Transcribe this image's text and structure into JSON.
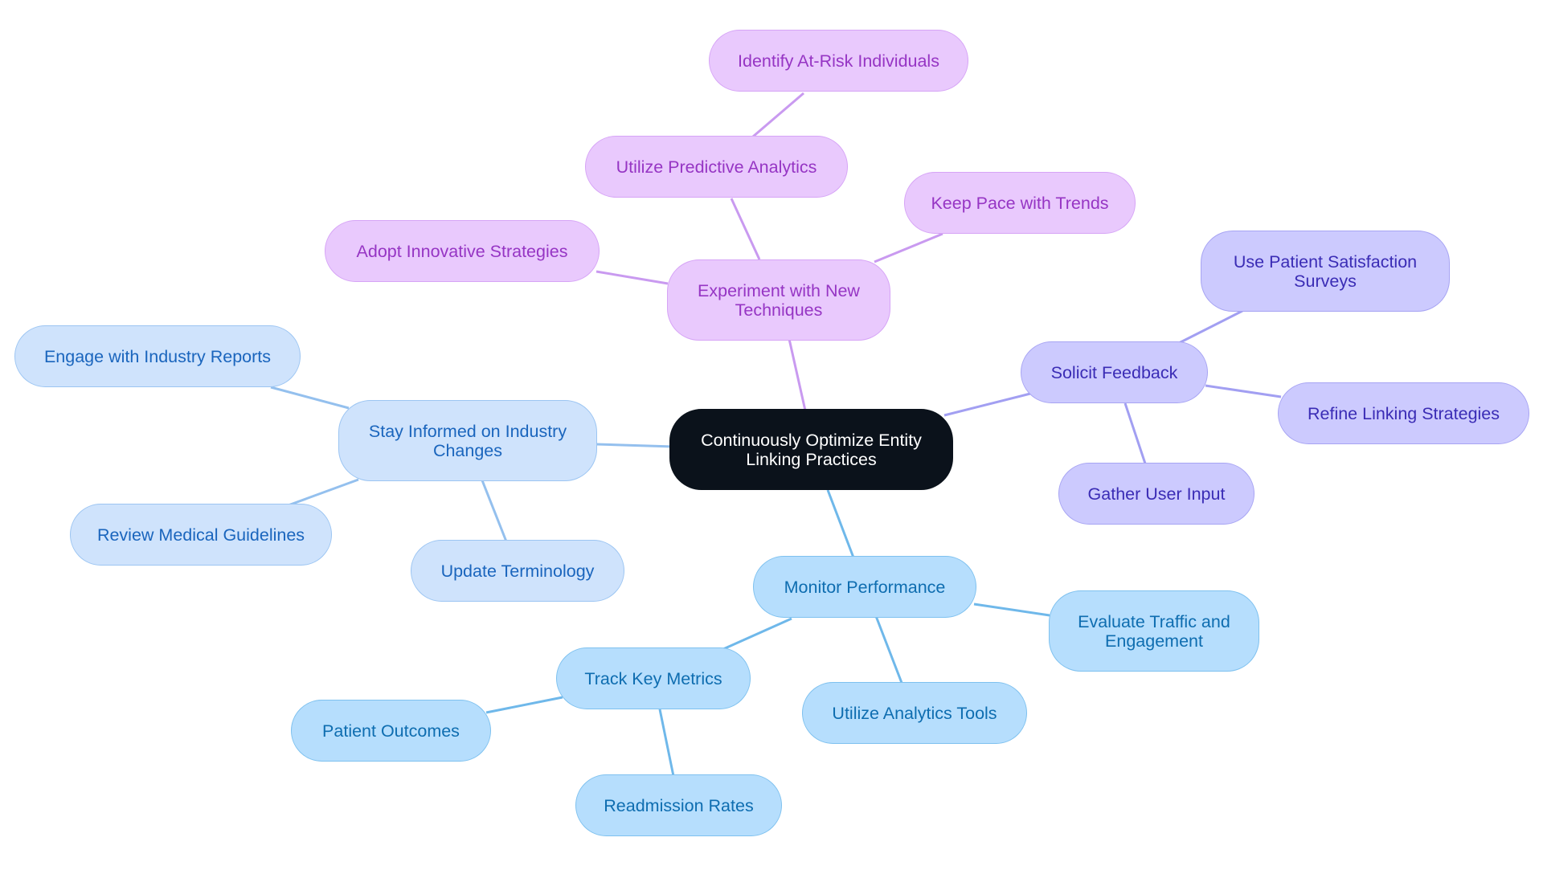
{
  "diagram": {
    "colors": {
      "root": "#0b121b",
      "purple": "#d6a4f6",
      "violet": "#a7a4f3",
      "lightblue": "#9cc5f2",
      "skyblue": "#7ec1ef"
    },
    "root": {
      "label": "Continuously Optimize Entity Linking Practices"
    },
    "branches": {
      "experiment": {
        "label": "Experiment with New Techniques",
        "children": {
          "predictive": {
            "label": "Utilize Predictive Analytics",
            "children": {
              "at_risk": {
                "label": "Identify At-Risk Individuals"
              }
            }
          },
          "trends": {
            "label": "Keep Pace with Trends"
          },
          "innovative": {
            "label": "Adopt Innovative Strategies"
          }
        }
      },
      "feedback": {
        "label": "Solicit Feedback",
        "children": {
          "surveys": {
            "label": "Use Patient Satisfaction Surveys"
          },
          "refine": {
            "label": "Refine Linking Strategies"
          },
          "input": {
            "label": "Gather User Input"
          }
        }
      },
      "informed": {
        "label": "Stay Informed on Industry Changes",
        "children": {
          "reports": {
            "label": "Engage with Industry Reports"
          },
          "guidelines": {
            "label": "Review Medical Guidelines"
          },
          "terminology": {
            "label": "Update Terminology"
          }
        }
      },
      "monitor": {
        "label": "Monitor Performance",
        "children": {
          "traffic": {
            "label": "Evaluate Traffic and Engagement"
          },
          "tools": {
            "label": "Utilize Analytics Tools"
          },
          "metrics": {
            "label": "Track Key Metrics",
            "children": {
              "outcomes": {
                "label": "Patient Outcomes"
              },
              "readmission": {
                "label": "Readmission Rates"
              }
            }
          }
        }
      }
    }
  }
}
